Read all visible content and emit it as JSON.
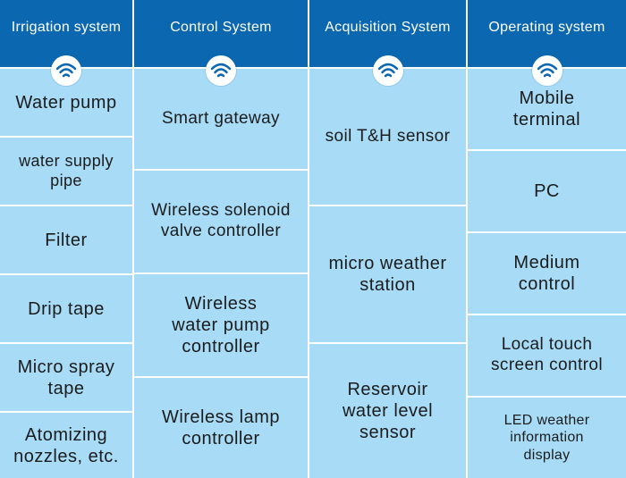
{
  "columns": [
    {
      "title": "Irrigation system",
      "icon": "wifi-icon",
      "items": [
        "Water pump",
        "water supply\npipe",
        "Filter",
        "Drip tape",
        "Micro spray\ntape",
        "Atomizing\nnozzles, etc."
      ]
    },
    {
      "title": "Control System",
      "icon": "wifi-icon",
      "items": [
        "Smart gateway",
        "Wireless solenoid\nvalve controller",
        "Wireless\nwater pump\ncontroller",
        "Wireless lamp\ncontroller"
      ]
    },
    {
      "title": "Acquisition System",
      "icon": "wifi-icon",
      "items": [
        "soil T&H sensor",
        "micro weather\nstation",
        "Reservoir\nwater level\nsensor"
      ]
    },
    {
      "title": "Operating system",
      "icon": "wifi-icon",
      "items": [
        "Mobile\nterminal",
        "PC",
        "Medium\ncontrol",
        "Local touch\nscreen control",
        "LED weather\ninformation\ndisplay"
      ]
    }
  ],
  "colors": {
    "header": "#0b67b0",
    "cell": "#a7dbf6",
    "divider": "#ffffff",
    "text": "#1c1c1c"
  }
}
